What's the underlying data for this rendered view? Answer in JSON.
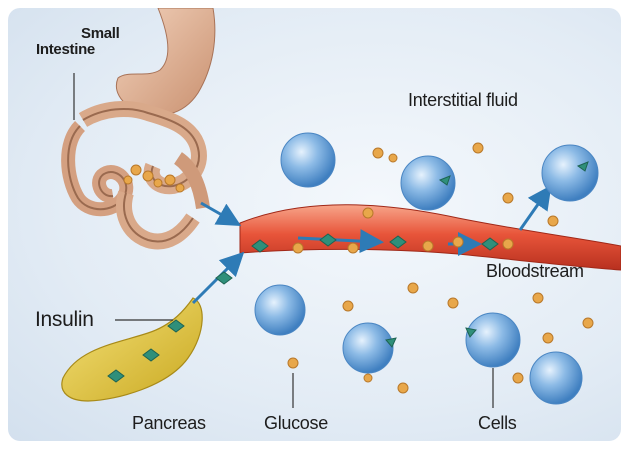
{
  "labels": {
    "small_intestine_line1": "Small",
    "small_intestine_line2": "Intestine",
    "interstitial_fluid": "Interstitial fluid",
    "bloodstream": "Bloodstream",
    "insulin": "Insulin",
    "pancreas": "Pancreas",
    "glucose": "Glucose",
    "cells": "Cells"
  },
  "colors": {
    "vessel": "#e8553a",
    "cell": "#6fa6dc",
    "glucose": "#e8a74a",
    "insulin": "#2f8f7a",
    "pancreas": "#e0c43a",
    "intestine": "#d9a98a",
    "arrow": "#2e7bb6"
  }
}
